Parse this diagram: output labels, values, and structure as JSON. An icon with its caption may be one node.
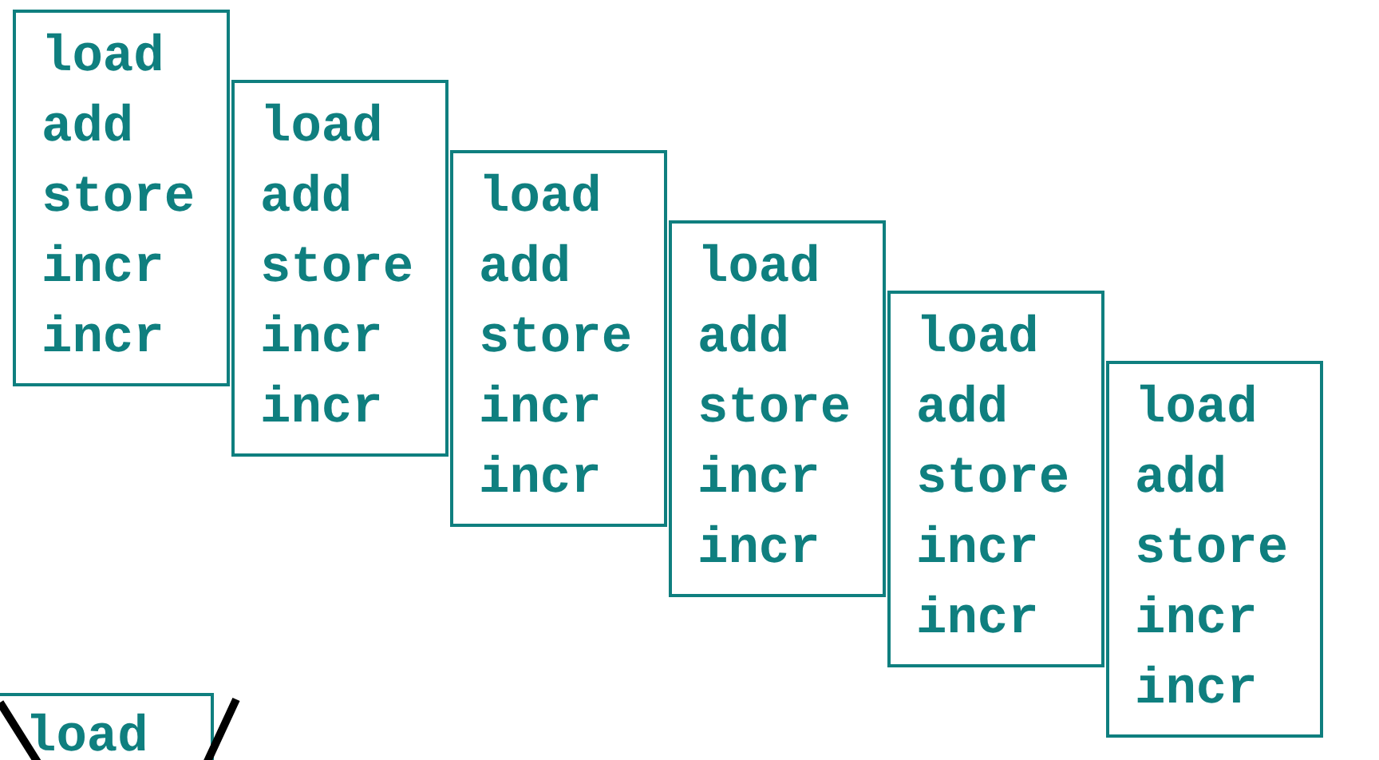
{
  "diagram": {
    "nodes": [
      {
        "text": [
          "load",
          "add",
          "store",
          "incr",
          "incr"
        ]
      },
      {
        "text": [
          "load",
          "add",
          "store",
          "incr",
          "incr"
        ]
      },
      {
        "text": [
          "load",
          "add",
          "store",
          "incr",
          "incr"
        ]
      },
      {
        "text": [
          "load",
          "add",
          "store",
          "incr",
          "incr"
        ]
      },
      {
        "text": [
          "load",
          "add",
          "store",
          "incr",
          "incr"
        ]
      },
      {
        "text": [
          "load",
          "add",
          "store",
          "incr",
          "incr"
        ]
      },
      {
        "text": [
          "load"
        ]
      }
    ]
  }
}
